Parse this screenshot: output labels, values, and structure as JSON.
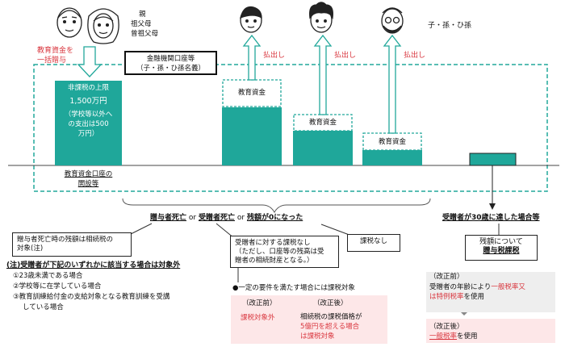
{
  "people": {
    "left_label": [
      "親",
      "祖父母",
      "曾祖父母"
    ],
    "right_label": "子・孫・ひ孫"
  },
  "lump_sum_label": [
    "教育資金を",
    "一括贈与"
  ],
  "withdraw_label": "払出し",
  "bank_account_label": [
    "金融機関口座等",
    "（子・孫・ひ孫名義）"
  ],
  "tax_free_box": {
    "title": "非課税の上限",
    "amount": "1,500万円",
    "note": [
      "（学校等以外へ",
      "の支出は500",
      "万円）"
    ]
  },
  "edu_fund_label": "教育資金",
  "account_open_label": [
    "教育資金口座の",
    "開設等"
  ],
  "events": {
    "line_a": "贈与者死亡",
    "or1": "or",
    "line_b": "受贈者死亡",
    "or2": "or",
    "line_c": "残額が0になった"
  },
  "donor_death_box": [
    "贈与者死亡時の残額は相続税の",
    "対象(注)"
  ],
  "recipient_box": [
    "受贈者に対する課税なし",
    "（ただし、口座等の残高は受",
    "贈者の相続財産となる。）"
  ],
  "no_tax_label": "課税なし",
  "age30": {
    "header": "受贈者が30歳に達した場合等",
    "box_line1": "残額について",
    "box_line2": "贈与税課税",
    "before_label": "（改正前）",
    "before_text_1a": "受贈者の年齢により",
    "before_text_1b": "一般税率又",
    "before_text_2a": "は特例税率",
    "before_text_2b": "を使用",
    "after_label": "（改正後）",
    "after_text_a": "一般税率",
    "after_text_b": "を使用"
  },
  "note": {
    "title": "(注)受贈者が下記のいずれかに該当する場合は対象外",
    "items": [
      "①23歳未満である場合",
      "②学校等に在学している場合",
      "③教育訓練給付金の支給対象となる教育訓練を受講",
      "している場合"
    ]
  },
  "condition": {
    "header": "●一定の要件を満たす場合には課税対象",
    "before_label": "（改正前）",
    "before_text": "課税対象外",
    "after_label": "（改正後）",
    "after_line1": "相続税の課税価格が",
    "after_line2": "5億円を超える場合",
    "after_line3": "は課税対象"
  },
  "colors": {
    "teal": "#1fa79a",
    "red": "#d9363e",
    "pink_bg": "#fde7e8",
    "gray_bg": "#eeeeee"
  }
}
